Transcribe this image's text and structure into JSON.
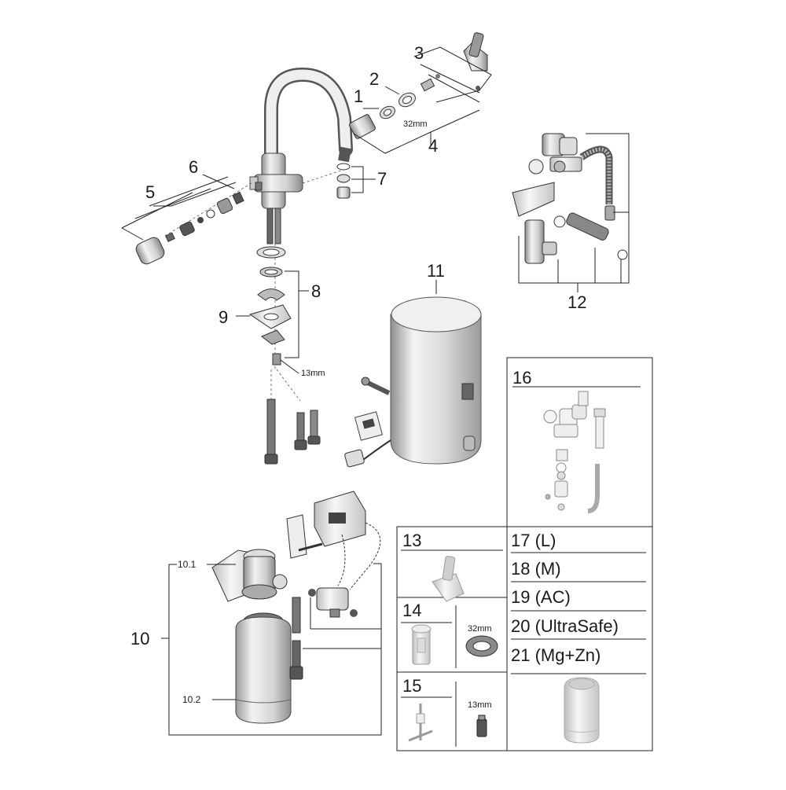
{
  "callouts": {
    "c1": "1",
    "c2": "2",
    "c3": "3",
    "c4": "4",
    "c5": "5",
    "c6": "6",
    "c7": "7",
    "c8": "8",
    "c9": "9",
    "c10": "10",
    "c10_1": "10.1",
    "c10_2": "10.2",
    "c11": "11",
    "c12": "12"
  },
  "dimensions": {
    "d32_main": "32mm",
    "d13_main": "13mm"
  },
  "spare_box": {
    "item16": "16",
    "item13": "13",
    "item14": "14",
    "item14_dim": "32mm",
    "item15": "15",
    "item15_dim": "13mm",
    "variants": [
      "17 (L)",
      "18 (M)",
      "19 (AC)",
      "20 (UltraSafe)",
      "21 (Mg+Zn)"
    ]
  },
  "colors": {
    "line": "#222222",
    "part_light": "#eeeeee",
    "part_mid": "#cfcfcf",
    "part_dark": "#9a9a9a",
    "boiler_logo": "#b8b8b8"
  },
  "icons": {
    "faucet": "faucet-icon",
    "boiler": "boiler-icon",
    "filter": "filter-cartridge-icon",
    "valve": "safety-valve-icon",
    "power": "power-unit-icon"
  }
}
